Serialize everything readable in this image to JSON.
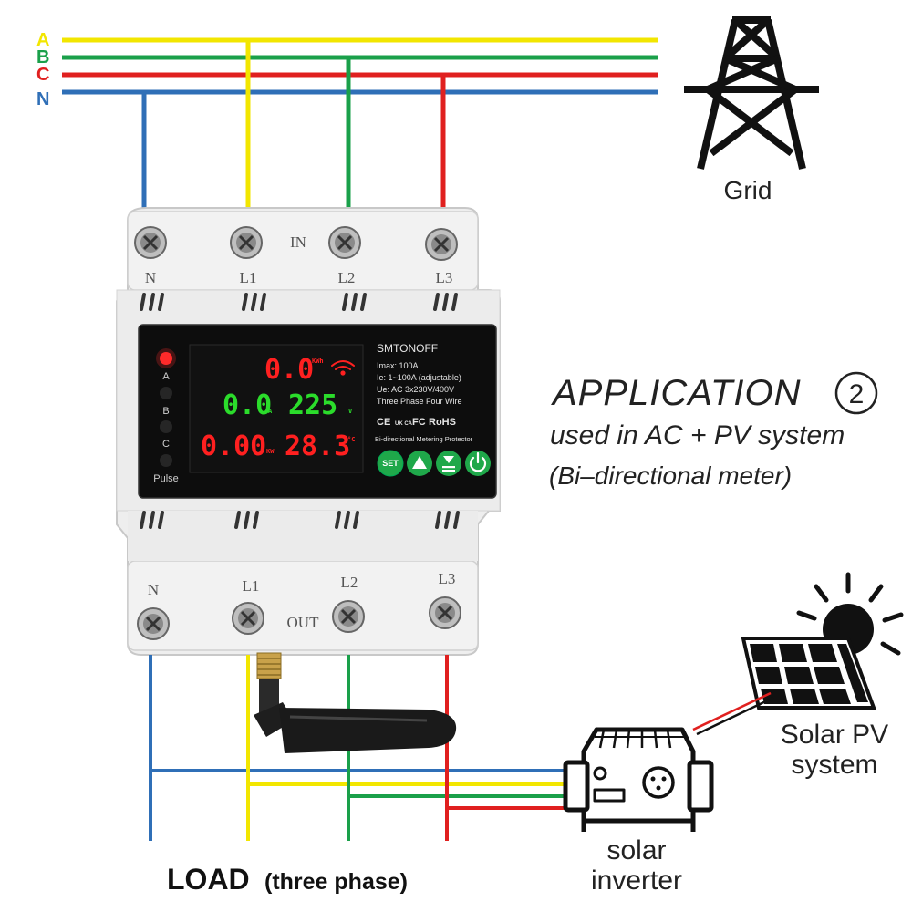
{
  "colors": {
    "phase_a": "#f2e600",
    "phase_b": "#1aa04a",
    "phase_c": "#e0201f",
    "neutral": "#2f6fb7",
    "seg_red": "#ff2020",
    "seg_green": "#2bdc2b",
    "btn_green": "#1fa84a"
  },
  "bus": {
    "labels": [
      "A",
      "B",
      "C",
      "N"
    ]
  },
  "grid": {
    "label": "Grid",
    "icon": "transmission-tower-icon"
  },
  "device": {
    "in_label": "IN",
    "out_label": "OUT",
    "top_terminals": [
      "N",
      "L1",
      "L2",
      "L3"
    ],
    "bottom_terminals": [
      "N",
      "L1",
      "L2",
      "L3"
    ],
    "indicators": [
      "A",
      "B",
      "C"
    ],
    "pulse_label": "Pulse",
    "display": {
      "energy": "0.0",
      "energy_unit": "KWh",
      "current": "0.0",
      "current_unit": "A",
      "voltage": "225",
      "voltage_unit": "V",
      "power": "0.00",
      "power_unit": "KW",
      "temperature": "28.3",
      "temperature_unit": "°C"
    },
    "brand": "SMTONOFF",
    "specs": [
      "Imax: 100A",
      "Ie: 1~100A (adjustable)",
      "Ue: AC 3x230V/400V",
      "Three Phase Four Wire"
    ],
    "certs": [
      "CE",
      "UK CA",
      "FC",
      "RoHS"
    ],
    "product_name": "Bi-directional Metering Protector",
    "buttons": {
      "set": "SET"
    }
  },
  "application": {
    "title": "APPLICATION",
    "number": "2",
    "line1": "used in AC + PV system",
    "line2": "(Bi–directional meter)"
  },
  "solar": {
    "label_line1": "Solar PV",
    "label_line2": "system"
  },
  "inverter": {
    "label_line1": "solar",
    "label_line2": "inverter"
  },
  "load": {
    "label": "LOAD",
    "sub": "(three phase)"
  }
}
